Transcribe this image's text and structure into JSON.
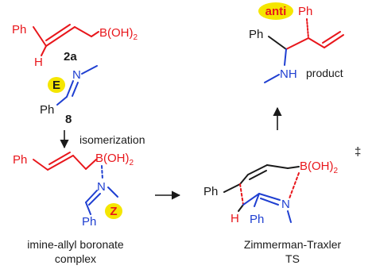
{
  "compound_2a": {
    "substituent": "Ph",
    "hydrogen": "H",
    "boronic_acid": "B(OH)",
    "subscript": "2",
    "label": "2a"
  },
  "imine_8": {
    "nitrogen": "N",
    "substituent": "Ph",
    "label": "8",
    "geometry_badge": "E",
    "badge_color": "#f5e600"
  },
  "arrow_down": {
    "label": "isomerization"
  },
  "complex": {
    "substituent": "Ph",
    "boron": "B(OH)",
    "subscript": "2",
    "nitrogen": "N",
    "imine_substituent": "Ph",
    "geometry_badge": "Z",
    "caption_line1": "imine-allyl boronate",
    "caption_line2": "complex"
  },
  "transition_state": {
    "substituent": "Ph",
    "hydrogen": "H",
    "boron": "B(OH)",
    "subscript": "2",
    "nitrogen": "N",
    "imine_substituent": "Ph",
    "dagger": "‡",
    "caption_line1": "Zimmerman-Traxler",
    "caption_line2": "TS"
  },
  "product": {
    "stereo_badge": "anti",
    "substituent_top": "Ph",
    "substituent_left": "Ph",
    "amine": "NH",
    "label": "product"
  },
  "colors": {
    "allyl": "#e8161b",
    "imine": "#1f3fd1",
    "highlight": "#f5e600"
  }
}
